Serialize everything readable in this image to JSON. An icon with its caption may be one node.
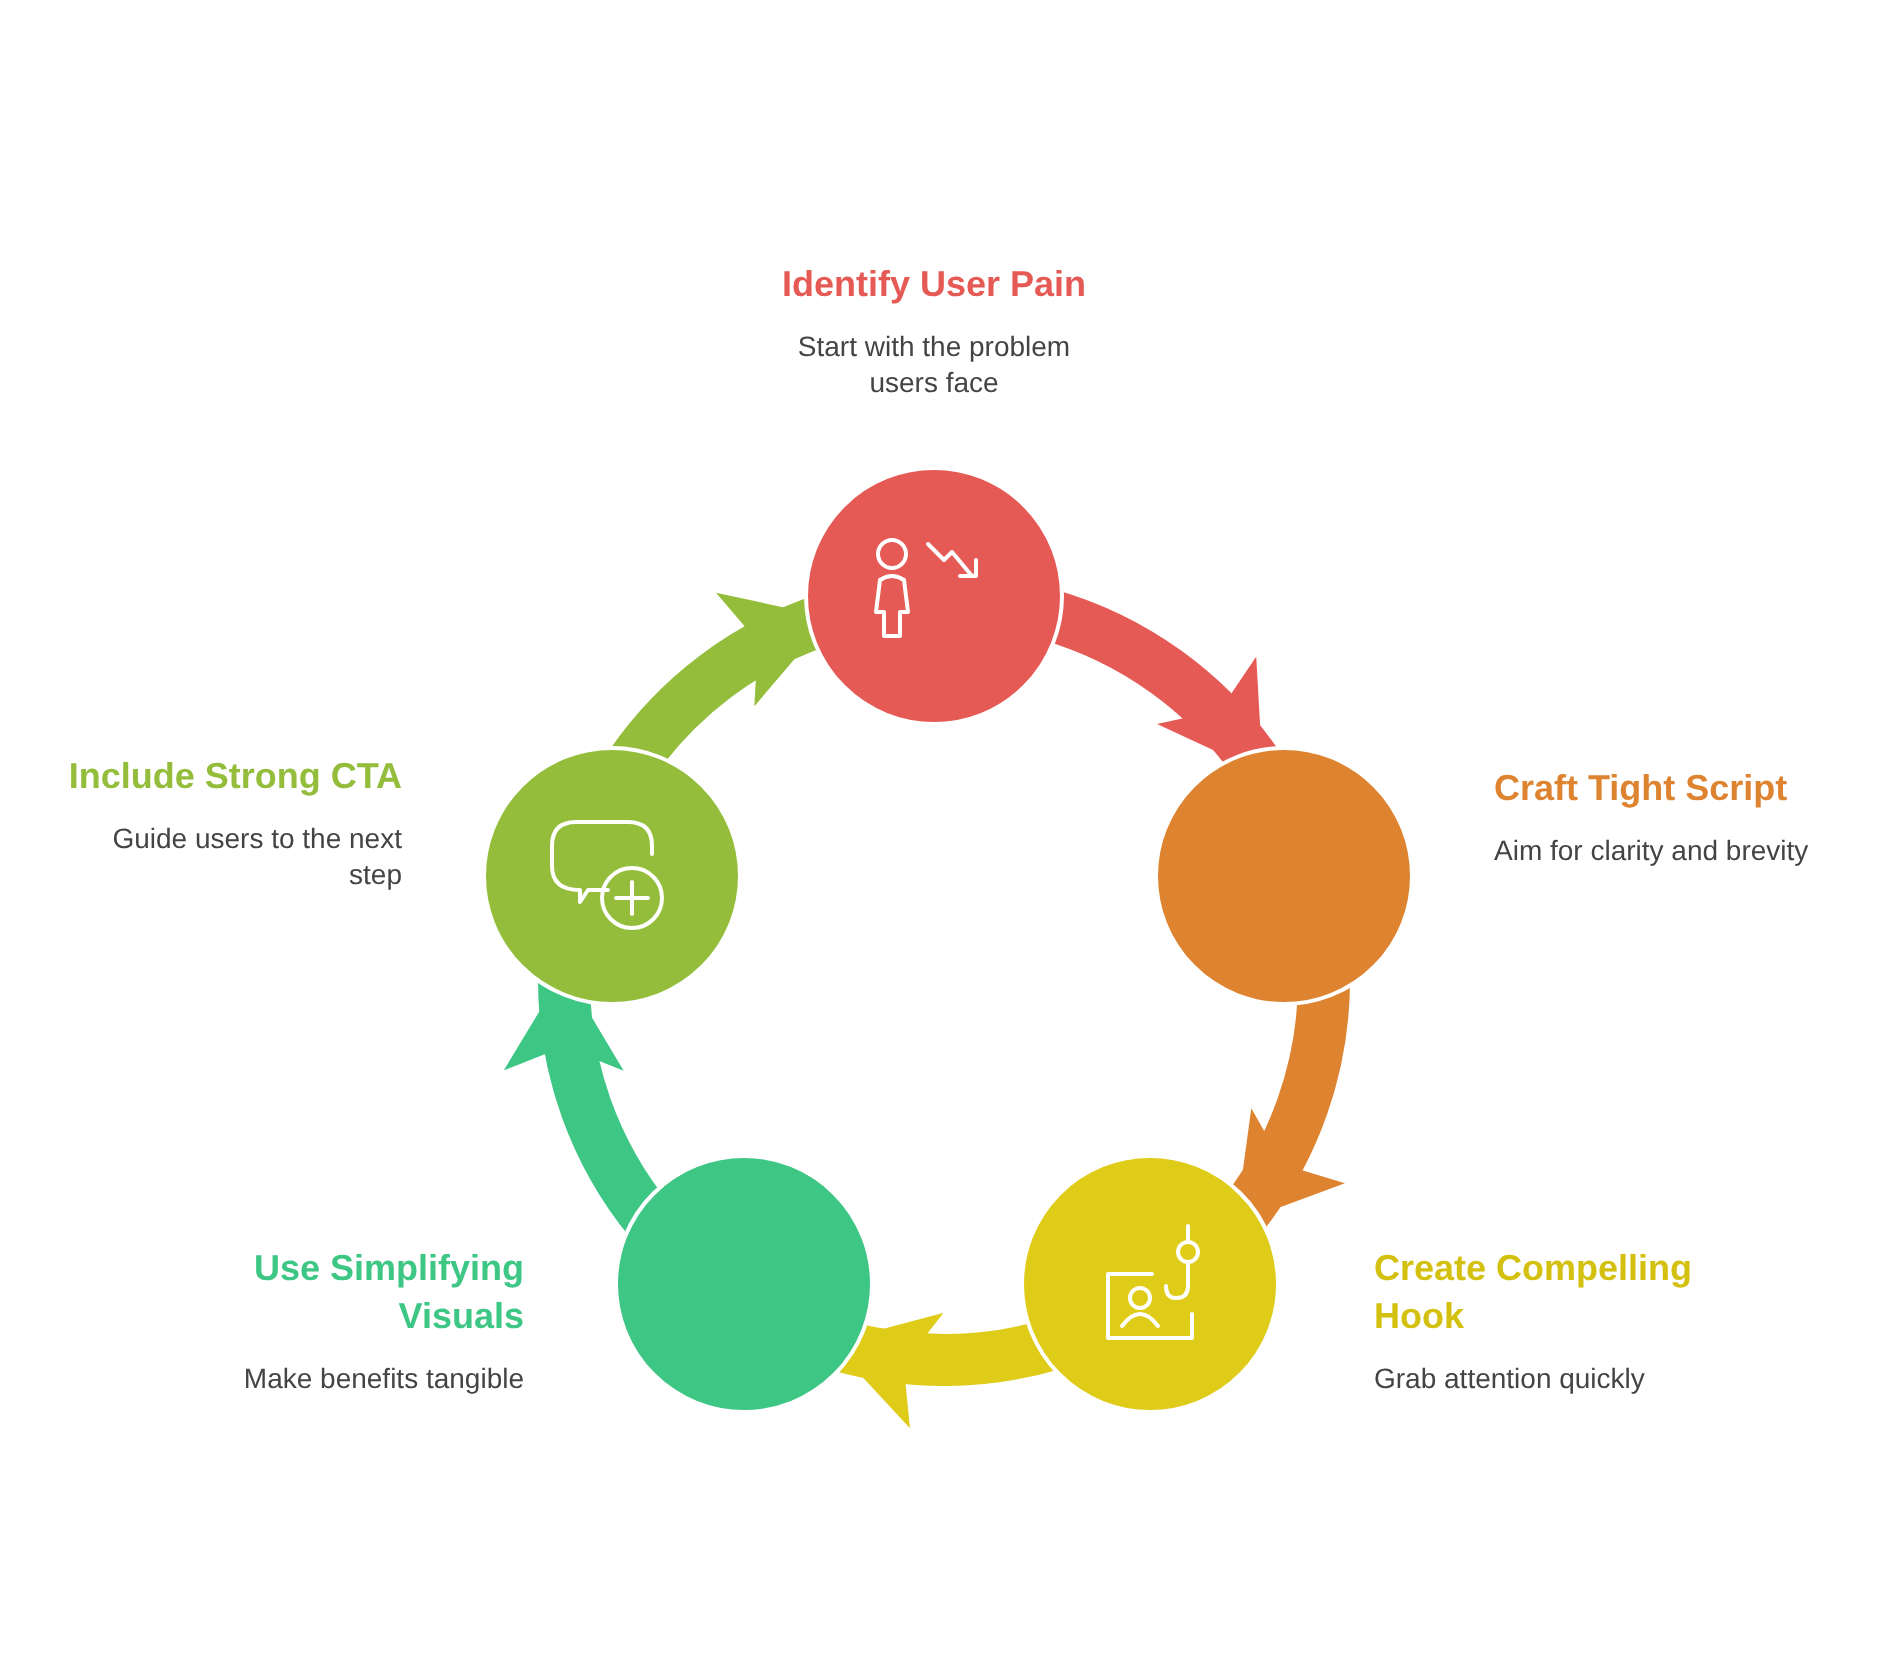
{
  "diagram": {
    "nodes": [
      {
        "text": [],
        "shape": "circle",
        "beside": [
          "Identify User Pain",
          "Start with the problem users face"
        ]
      },
      {
        "text": [],
        "shape": "circle",
        "beside": [
          "Craft Tight Script",
          "Aim for clarity and brevity"
        ]
      },
      {
        "text": [],
        "shape": "circle",
        "beside": [
          "Create Compelling Hook",
          "Grab attention quickly"
        ]
      },
      {
        "text": [],
        "shape": "circle",
        "beside": [
          "Use Simplifying Visuals",
          "Make benefits tangible"
        ]
      },
      {
        "text": [],
        "shape": "circle",
        "beside": [
          "Include Strong CTA",
          "Guide users to the next step"
        ]
      }
    ],
    "edges": [
      {
        "from": 0,
        "to": 1,
        "arrow": "to",
        "color": "#e55a55"
      },
      {
        "from": 1,
        "to": 2,
        "arrow": "to",
        "color": "#de8431"
      },
      {
        "from": 2,
        "to": 3,
        "arrow": "to",
        "color": "#dfcc18"
      },
      {
        "from": 3,
        "to": 4,
        "arrow": "to",
        "color": "#3ec685"
      },
      {
        "from": 4,
        "to": 0,
        "arrow": "to",
        "color": "#93bd3a"
      }
    ]
  }
}
